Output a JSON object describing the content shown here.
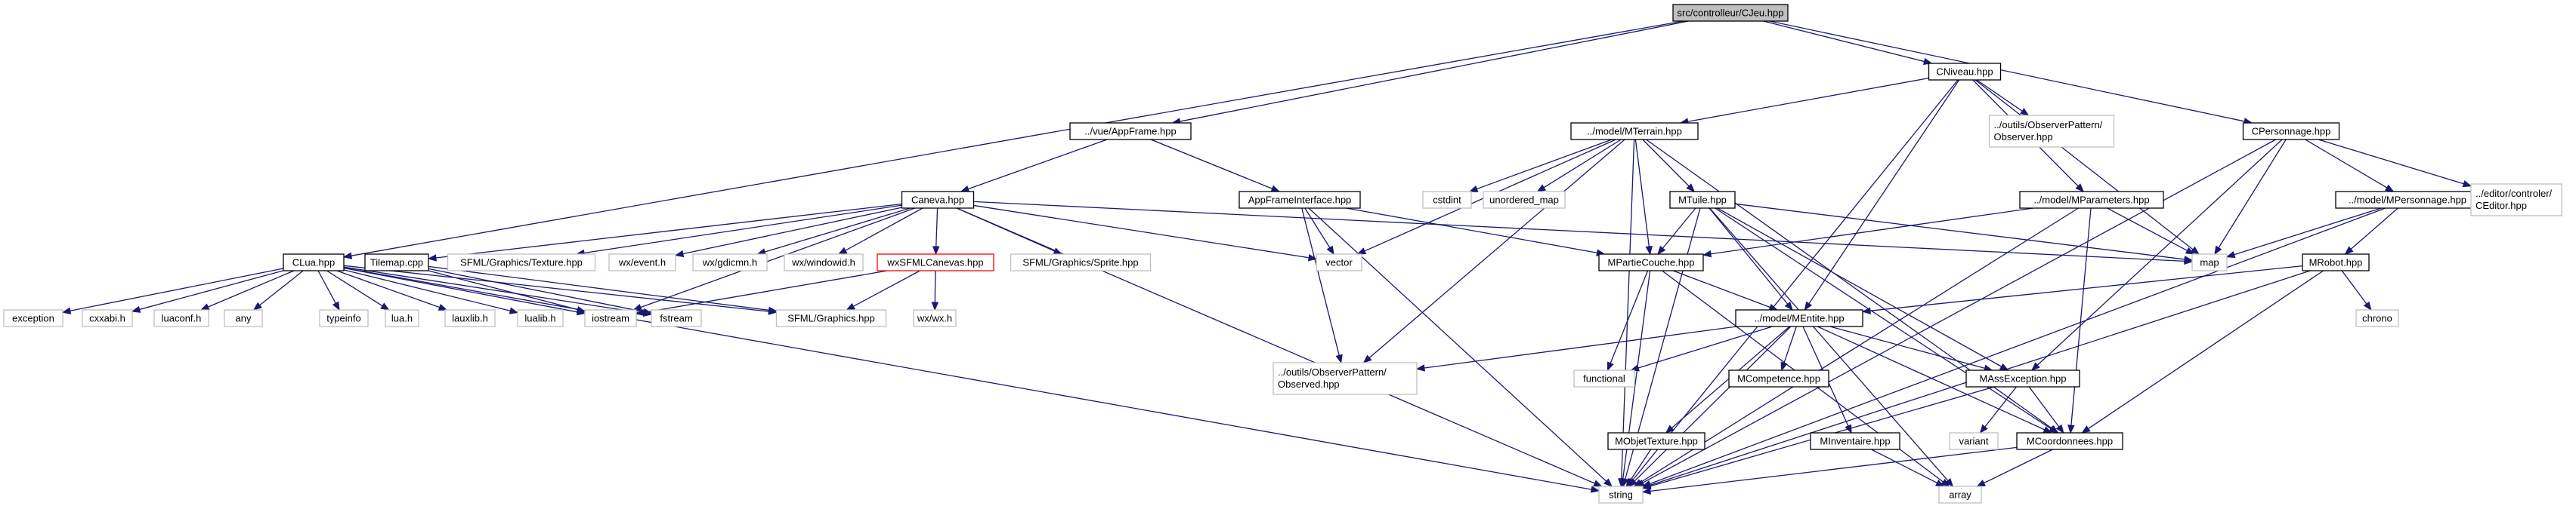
{
  "colors": {
    "edge": "#191970",
    "node_border": "#000000",
    "external_border": "#bfbfbf",
    "root_fill": "#bfbfbf",
    "truncated_border": "#ff0000",
    "node_fill": "#ffffff",
    "text": "#000000"
  },
  "nodes": [
    {
      "id": "cjeu",
      "label": "src/controlleur/CJeu.hpp",
      "kind": "root"
    },
    {
      "id": "cniveau",
      "label": "CNiveau.hpp",
      "kind": "normal"
    },
    {
      "id": "appframe",
      "label": "../vue/AppFrame.hpp",
      "kind": "normal"
    },
    {
      "id": "cpersonnage",
      "label": "CPersonnage.hpp",
      "kind": "normal"
    },
    {
      "id": "mterrain",
      "label": "../model/MTerrain.hpp",
      "kind": "normal"
    },
    {
      "id": "observer",
      "label": "../outils/ObserverPattern/Observer.hpp",
      "kind": "external"
    },
    {
      "id": "caneva",
      "label": "Caneva.hpp",
      "kind": "normal"
    },
    {
      "id": "appframeinterface",
      "label": "AppFrameInterface.hpp",
      "kind": "normal"
    },
    {
      "id": "cstdint",
      "label": "cstdint",
      "kind": "external"
    },
    {
      "id": "unordered_map",
      "label": "unordered_map",
      "kind": "external"
    },
    {
      "id": "mtuile",
      "label": "MTuile.hpp",
      "kind": "normal"
    },
    {
      "id": "mparameters",
      "label": "../model/MParameters.hpp",
      "kind": "normal"
    },
    {
      "id": "mpersonnage",
      "label": "../model/MPersonnage.hpp",
      "kind": "normal"
    },
    {
      "id": "ceditor",
      "label": "../editor/controler/CEditor.hpp",
      "kind": "external"
    },
    {
      "id": "clua",
      "label": "CLua.hpp",
      "kind": "normal"
    },
    {
      "id": "tilemap",
      "label": "Tilemap.cpp",
      "kind": "normal"
    },
    {
      "id": "sfmltexture",
      "label": "SFML/Graphics/Texture.hpp",
      "kind": "external"
    },
    {
      "id": "wxevent",
      "label": "wx/event.h",
      "kind": "external"
    },
    {
      "id": "wxgdicmn",
      "label": "wx/gdicmn.h",
      "kind": "external"
    },
    {
      "id": "wxwindowid",
      "label": "wx/windowid.h",
      "kind": "external"
    },
    {
      "id": "wxsfmlcanevas",
      "label": "wxSFMLCanevas.hpp",
      "kind": "truncated"
    },
    {
      "id": "sfmlsprite",
      "label": "SFML/Graphics/Sprite.hpp",
      "kind": "external"
    },
    {
      "id": "vector",
      "label": "vector",
      "kind": "external"
    },
    {
      "id": "mpartiecouche",
      "label": "MPartieCouche.hpp",
      "kind": "normal"
    },
    {
      "id": "map",
      "label": "map",
      "kind": "external"
    },
    {
      "id": "mrobot",
      "label": "MRobot.hpp",
      "kind": "normal"
    },
    {
      "id": "exception",
      "label": "exception",
      "kind": "external"
    },
    {
      "id": "cxxabi",
      "label": "cxxabi.h",
      "kind": "external"
    },
    {
      "id": "luaconf",
      "label": "luaconf.h",
      "kind": "external"
    },
    {
      "id": "any",
      "label": "any",
      "kind": "external"
    },
    {
      "id": "typeinfo",
      "label": "typeinfo",
      "kind": "external"
    },
    {
      "id": "lua",
      "label": "lua.h",
      "kind": "external"
    },
    {
      "id": "lauxlib",
      "label": "lauxlib.h",
      "kind": "external"
    },
    {
      "id": "lualib",
      "label": "lualib.h",
      "kind": "external"
    },
    {
      "id": "iostream",
      "label": "iostream",
      "kind": "external"
    },
    {
      "id": "fstream",
      "label": "fstream",
      "kind": "external"
    },
    {
      "id": "sfmlgraphics",
      "label": "SFML/Graphics.hpp",
      "kind": "external"
    },
    {
      "id": "wxwx",
      "label": "wx/wx.h",
      "kind": "external"
    },
    {
      "id": "mentite",
      "label": "../model/MEntite.hpp",
      "kind": "normal"
    },
    {
      "id": "chrono",
      "label": "chrono",
      "kind": "external"
    },
    {
      "id": "observed",
      "label": "../outils/ObserverPattern/Observed.hpp",
      "kind": "external"
    },
    {
      "id": "functional",
      "label": "functional",
      "kind": "external"
    },
    {
      "id": "mcompetence",
      "label": "MCompetence.hpp",
      "kind": "normal"
    },
    {
      "id": "massexception",
      "label": "MAssException.hpp",
      "kind": "normal"
    },
    {
      "id": "mobjettexture",
      "label": "MObjetTexture.hpp",
      "kind": "normal"
    },
    {
      "id": "minventaire",
      "label": "MInventaire.hpp",
      "kind": "normal"
    },
    {
      "id": "variant",
      "label": "variant",
      "kind": "external"
    },
    {
      "id": "mcoordonnees",
      "label": "MCoordonnees.hpp",
      "kind": "normal"
    },
    {
      "id": "string",
      "label": "string",
      "kind": "external"
    },
    {
      "id": "array",
      "label": "array",
      "kind": "external"
    }
  ],
  "edges": [
    [
      "cjeu",
      "cniveau"
    ],
    [
      "cjeu",
      "appframe"
    ],
    [
      "cjeu",
      "cpersonnage"
    ],
    [
      "cjeu",
      "clua"
    ],
    [
      "cniveau",
      "mterrain"
    ],
    [
      "cniveau",
      "observer"
    ],
    [
      "cniveau",
      "mparameters"
    ],
    [
      "cniveau",
      "map"
    ],
    [
      "cniveau",
      "mentite"
    ],
    [
      "cniveau",
      "string"
    ],
    [
      "appframe",
      "caneva"
    ],
    [
      "appframe",
      "appframeinterface"
    ],
    [
      "cpersonnage",
      "mpersonnage"
    ],
    [
      "cpersonnage",
      "ceditor"
    ],
    [
      "cpersonnage",
      "map"
    ],
    [
      "cpersonnage",
      "string"
    ],
    [
      "cpersonnage",
      "massexception"
    ],
    [
      "caneva",
      "tilemap"
    ],
    [
      "caneva",
      "sfmltexture"
    ],
    [
      "caneva",
      "wxevent"
    ],
    [
      "caneva",
      "wxgdicmn"
    ],
    [
      "caneva",
      "wxwindowid"
    ],
    [
      "caneva",
      "wxsfmlcanevas"
    ],
    [
      "caneva",
      "sfmlsprite"
    ],
    [
      "caneva",
      "vector"
    ],
    [
      "caneva",
      "map"
    ],
    [
      "caneva",
      "iostream"
    ],
    [
      "caneva",
      "string"
    ],
    [
      "appframeinterface",
      "mpartiecouche"
    ],
    [
      "appframeinterface",
      "observed"
    ],
    [
      "appframeinterface",
      "string"
    ],
    [
      "appframeinterface",
      "vector"
    ],
    [
      "mterrain",
      "cstdint"
    ],
    [
      "mterrain",
      "unordered_map"
    ],
    [
      "mterrain",
      "mtuile"
    ],
    [
      "mterrain",
      "mpartiecouche"
    ],
    [
      "mterrain",
      "vector"
    ],
    [
      "mterrain",
      "observed"
    ],
    [
      "mterrain",
      "mcoordonnees"
    ],
    [
      "mterrain",
      "string"
    ],
    [
      "mtuile",
      "mpartiecouche"
    ],
    [
      "mtuile",
      "mentite"
    ],
    [
      "mtuile",
      "massexception"
    ],
    [
      "mtuile",
      "mcoordonnees"
    ],
    [
      "mtuile",
      "string"
    ],
    [
      "mtuile",
      "map"
    ],
    [
      "mtuile",
      "array"
    ],
    [
      "mparameters",
      "mpartiecouche"
    ],
    [
      "mparameters",
      "map"
    ],
    [
      "mparameters",
      "mcoordonnees"
    ],
    [
      "mparameters",
      "string"
    ],
    [
      "mpersonnage",
      "mrobot"
    ],
    [
      "mpersonnage",
      "map"
    ],
    [
      "mpersonnage",
      "string"
    ],
    [
      "mrobot",
      "mentite"
    ],
    [
      "mrobot",
      "chrono"
    ],
    [
      "mrobot",
      "mcoordonnees"
    ],
    [
      "mrobot",
      "string"
    ],
    [
      "mpartiecouche",
      "mentite"
    ],
    [
      "mpartiecouche",
      "functional"
    ],
    [
      "mpartiecouche",
      "string"
    ],
    [
      "mpartiecouche",
      "array"
    ],
    [
      "clua",
      "exception"
    ],
    [
      "clua",
      "cxxabi"
    ],
    [
      "clua",
      "luaconf"
    ],
    [
      "clua",
      "any"
    ],
    [
      "clua",
      "typeinfo"
    ],
    [
      "clua",
      "lua"
    ],
    [
      "clua",
      "lauxlib"
    ],
    [
      "clua",
      "lualib"
    ],
    [
      "clua",
      "iostream"
    ],
    [
      "clua",
      "fstream"
    ],
    [
      "clua",
      "sfmlgraphics"
    ],
    [
      "clua",
      "string"
    ],
    [
      "tilemap",
      "iostream"
    ],
    [
      "tilemap",
      "fstream"
    ],
    [
      "tilemap",
      "sfmlgraphics"
    ],
    [
      "wxsfmlcanevas",
      "sfmlgraphics"
    ],
    [
      "wxsfmlcanevas",
      "wxwx"
    ],
    [
      "wxsfmlcanevas",
      "iostream"
    ],
    [
      "mentite",
      "observed"
    ],
    [
      "mentite",
      "functional"
    ],
    [
      "mentite",
      "mcompetence"
    ],
    [
      "mentite",
      "massexception"
    ],
    [
      "mentite",
      "mobjettexture"
    ],
    [
      "mentite",
      "minventaire"
    ],
    [
      "mentite",
      "mcoordonnees"
    ],
    [
      "mentite",
      "string"
    ],
    [
      "massexception",
      "variant"
    ],
    [
      "massexception",
      "mcoordonnees"
    ],
    [
      "massexception",
      "string"
    ],
    [
      "mobjettexture",
      "string"
    ],
    [
      "minventaire",
      "array"
    ],
    [
      "mcoordonnees",
      "array"
    ],
    [
      "mcoordonnees",
      "string"
    ]
  ]
}
